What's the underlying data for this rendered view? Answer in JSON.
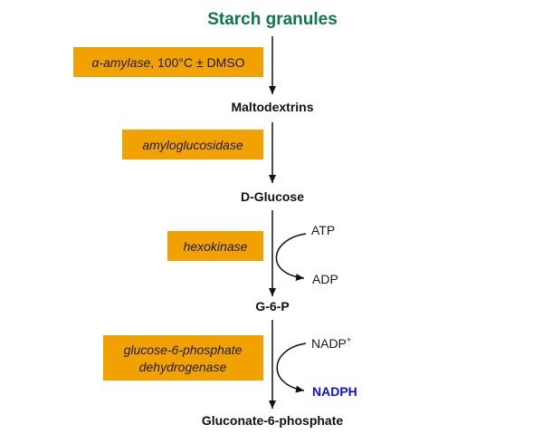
{
  "title": "Starch granules",
  "nodes": {
    "maltodextrins": "Maltodextrins",
    "d_glucose": "D-Glucose",
    "g6p": "G-6-P",
    "gluconate": "Gluconate-6-phosphate"
  },
  "enzymes": {
    "amylase": {
      "prefix": "α-",
      "name": "amylase",
      "condition": ", 100°C ± DMSO"
    },
    "amyloglucosidase": "amyloglucosidase",
    "hexokinase": "hexokinase",
    "g6pdh": {
      "line1": "glucose-6-phosphate",
      "line2": "dehydrogenase"
    }
  },
  "cofactors": {
    "atp": "ATP",
    "adp": "ADP",
    "nadp_base": "NADP",
    "nadp_sup": "+",
    "nadph": "NADPH"
  },
  "colors": {
    "title": "#0a7a4a",
    "enzyme_box": "#f2a200",
    "nadph": "#1010e0",
    "arrow": "#111111"
  }
}
